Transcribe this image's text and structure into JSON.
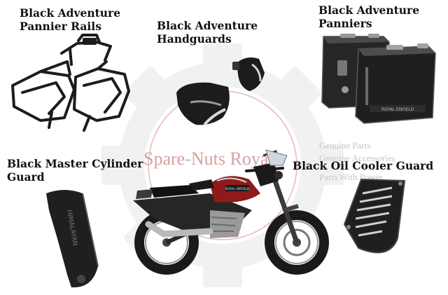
{
  "labels": {
    "pannier_rails": [
      "Black Adventure",
      "Pannier Rails"
    ],
    "handguards": [
      "Black Adventure",
      "Handguards"
    ],
    "panniers": [
      "Black Adventure",
      "Panniers"
    ],
    "master_cylinder_guard": [
      "Black Master Cylinder",
      "Guard"
    ],
    "oil_cooler_guard": [
      "Black Oil Cooler Guard"
    ]
  },
  "watermark": {
    "brand_left": "Spare",
    "brand_sep": "-",
    "brand_right": "Nuts Royal",
    "lines": [
      "Genuine Parts",
      "Genuine Accessories",
      "Parts With Power"
    ]
  },
  "product_text": {
    "pannier_plate": "ROYAL ENFIELD",
    "tank_badge": "ROYAL ENFIELD",
    "guard_text": "HIMALAYAN"
  },
  "colors": {
    "gear_watermark": "#f1f1f1",
    "watermark_red": "#d9a0a0",
    "part_black": "#1c1c1c",
    "tank_red": "#8e1a1a"
  }
}
